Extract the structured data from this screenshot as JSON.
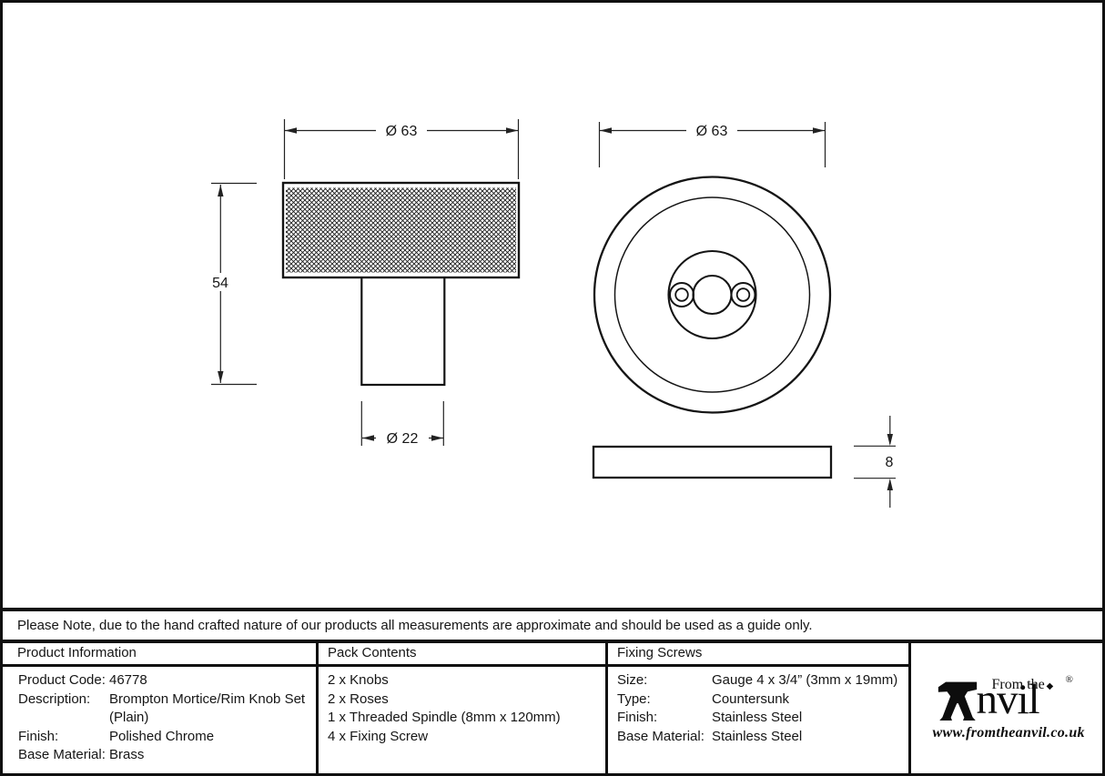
{
  "drawing": {
    "knob_view": {
      "width_label": "Ø 63",
      "height_label": "54",
      "stem_label": "Ø 22"
    },
    "rose_front_view": {
      "width_label": "Ø 63"
    },
    "rose_side_view": {
      "thickness_label": "8"
    }
  },
  "note": "Please Note, due to the hand crafted nature of our products all measurements are approximate and should be used as a guide only.",
  "product_information": {
    "header": "Product Information",
    "rows": [
      {
        "label": "Product Code:",
        "value": "46778"
      },
      {
        "label": "Description:",
        "value": "Brompton Mortice/Rim Knob Set"
      },
      {
        "label": "",
        "value": "(Plain)"
      },
      {
        "label": "Finish:",
        "value": "Polished Chrome"
      },
      {
        "label": "Base Material:",
        "value": "Brass"
      }
    ]
  },
  "pack_contents": {
    "header": "Pack Contents",
    "items": [
      "2 x Knobs",
      "2 x Roses",
      "1 x Threaded Spindle (8mm x 120mm)",
      "4 x Fixing Screw"
    ]
  },
  "fixing_screws": {
    "header": "Fixing Screws",
    "rows": [
      {
        "label": "Size:",
        "value": "Gauge 4 x 3/4” (3mm x 19mm)"
      },
      {
        "label": "Type:",
        "value": "Countersunk"
      },
      {
        "label": "Finish:",
        "value": "Stainless Steel"
      },
      {
        "label": "Base Material:",
        "value": "Stainless Steel"
      }
    ]
  },
  "logo": {
    "tagline": "From the",
    "brand_suffix": "nvil",
    "diamond": "◆",
    "registered": "®",
    "url": "www.fromtheanvil.co.uk"
  },
  "colors": {
    "ink": "#141414",
    "background": "#ffffff"
  }
}
